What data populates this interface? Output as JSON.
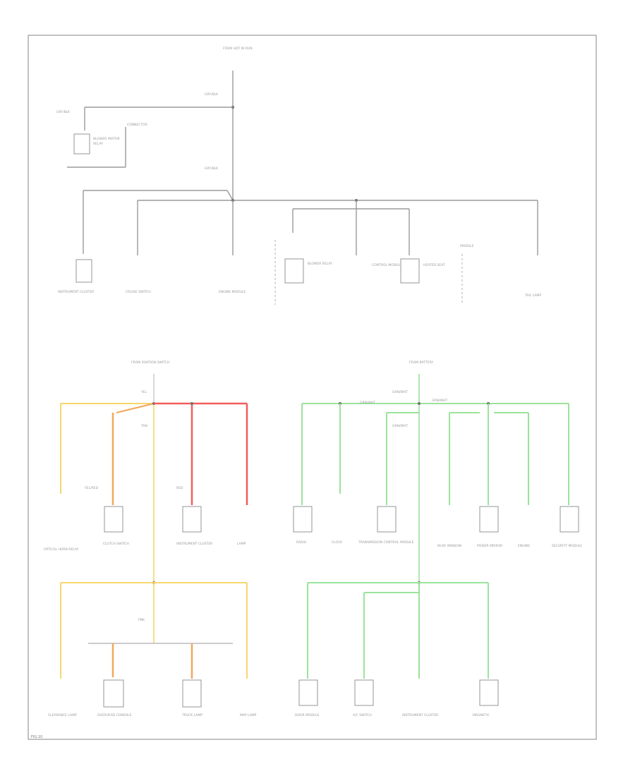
{
  "diagram": {
    "page_id": "FIG.10",
    "colors": {
      "frame": "#9a9a9a",
      "gray_wire": "#9a9a9a",
      "yellow_wire": "#f5d76e",
      "orange_wire": "#f2a65a",
      "red_wire": "#f25c5c",
      "green_wire": "#9be39b"
    },
    "top": {
      "source": "FROM HOT IN RUN",
      "wire": "GRY/BLK",
      "branch_note": "CONNECTOR",
      "sub": [
        "BLOWER MOTOR",
        "RELAY"
      ],
      "components": [
        "INSTRUMENT CLUSTER",
        "CRUISE SWITCH",
        "ENGINE MODULE",
        "BLOWER RELAY",
        "CONTROL MODULE",
        "HEATED SEAT",
        "MODULE",
        "TAIL LAMP"
      ]
    },
    "lower_left": {
      "source": "FROM IGNITION SWITCH",
      "wire_labels": [
        "YEL",
        "YEL/RED",
        "RED",
        "TAN",
        "PNK"
      ],
      "components": [
        "OPTICAL HORN RELAY",
        "CLUTCH SWITCH",
        "INSTRUMENT CLUSTER",
        "LAMP",
        "CLEARANCE LAMP",
        "OVERHEAD CONSOLE",
        "TRUCK LAMP",
        "MAP LAMP"
      ]
    },
    "lower_right": {
      "source": "FROM BATTERY",
      "wire_label": "GRN/WHT",
      "components": [
        "RADIO",
        "CLOCK",
        "TRANSMISSION CONTROL MODULE",
        "REAR WINDOW",
        "POWER MIRROR",
        "ENGINE",
        "SECURITY MODULE",
        "DOOR MODULE",
        "A/C SWITCH",
        "INSTRUMENT CLUSTER",
        "MAGNETIC"
      ]
    }
  }
}
